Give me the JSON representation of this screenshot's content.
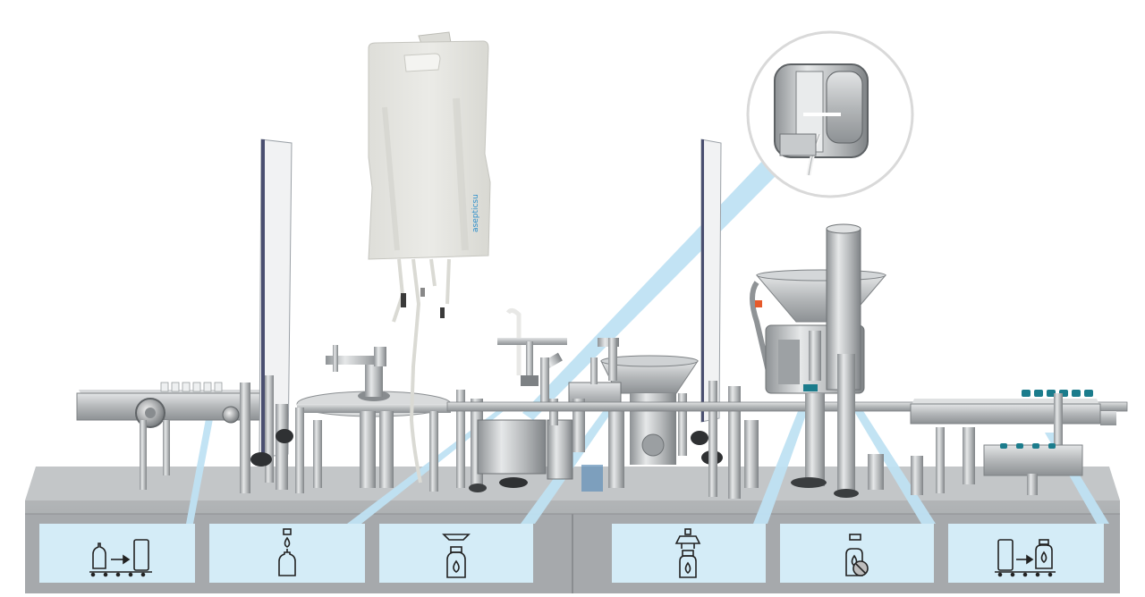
{
  "bag": {
    "brand_text": "asepticsu"
  },
  "colors": {
    "panel_fill": "#d4ecf7",
    "leader_line": "#bfe2f3",
    "steel": "#b9bcbe",
    "bag": "#e4e4e0",
    "accent_teal": "#1b7c8c",
    "brand_blue": "#2d8fcb"
  },
  "process_steps": [
    {
      "icon": "vial-to-container-icon",
      "meaning": "infeed"
    },
    {
      "icon": "drop-into-vial-icon",
      "meaning": "filling"
    },
    {
      "icon": "stopper-on-vial-icon",
      "meaning": "stoppering"
    },
    {
      "icon": "cap-placement-icon",
      "meaning": "capping"
    },
    {
      "icon": "cap-crimp-icon",
      "meaning": "crimping"
    },
    {
      "icon": "container-to-vial-icon",
      "meaning": "outfeed"
    }
  ],
  "callout": {
    "icon": "peristaltic-pump-icon"
  }
}
